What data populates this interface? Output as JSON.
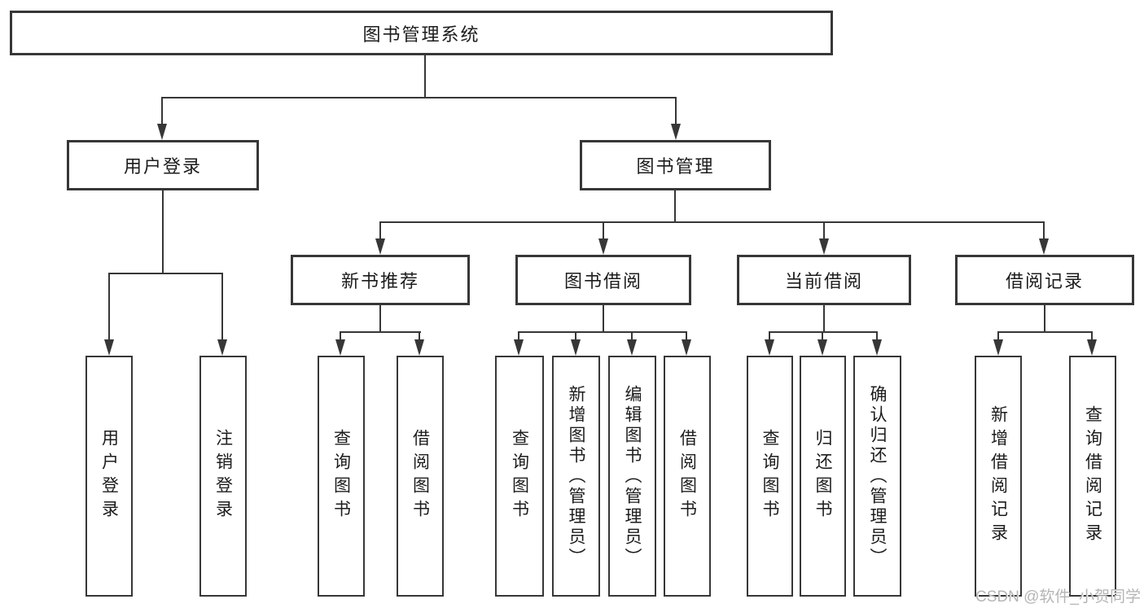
{
  "diagram": {
    "title": "图书管理系统",
    "watermark": "CSDN @软件_小贺同学",
    "colors": {
      "line": "#373737",
      "box_border": "#373737",
      "text": "#1c1c1c",
      "background": "#ffffff",
      "watermark": "#b5b5b5"
    },
    "tree": {
      "label": "图书管理系统",
      "children": [
        {
          "label": "用户登录",
          "children": [
            {
              "label": "用户登录"
            },
            {
              "label": "注销登录"
            }
          ]
        },
        {
          "label": "图书管理",
          "children": [
            {
              "label": "新书推荐",
              "children": [
                {
                  "label": "查询图书"
                },
                {
                  "label": "借阅图书"
                }
              ]
            },
            {
              "label": "图书借阅",
              "children": [
                {
                  "label": "查询图书"
                },
                {
                  "label": "新增图书（管理员）"
                },
                {
                  "label": "编辑图书（管理员）"
                },
                {
                  "label": "借阅图书"
                }
              ]
            },
            {
              "label": "当前借阅",
              "children": [
                {
                  "label": "查询图书"
                },
                {
                  "label": "归还图书"
                },
                {
                  "label": "确认归还（管理员）"
                }
              ]
            },
            {
              "label": "借阅记录",
              "children": [
                {
                  "label": "新增借阅记录"
                },
                {
                  "label": "查询借阅记录"
                }
              ]
            }
          ]
        }
      ]
    }
  }
}
